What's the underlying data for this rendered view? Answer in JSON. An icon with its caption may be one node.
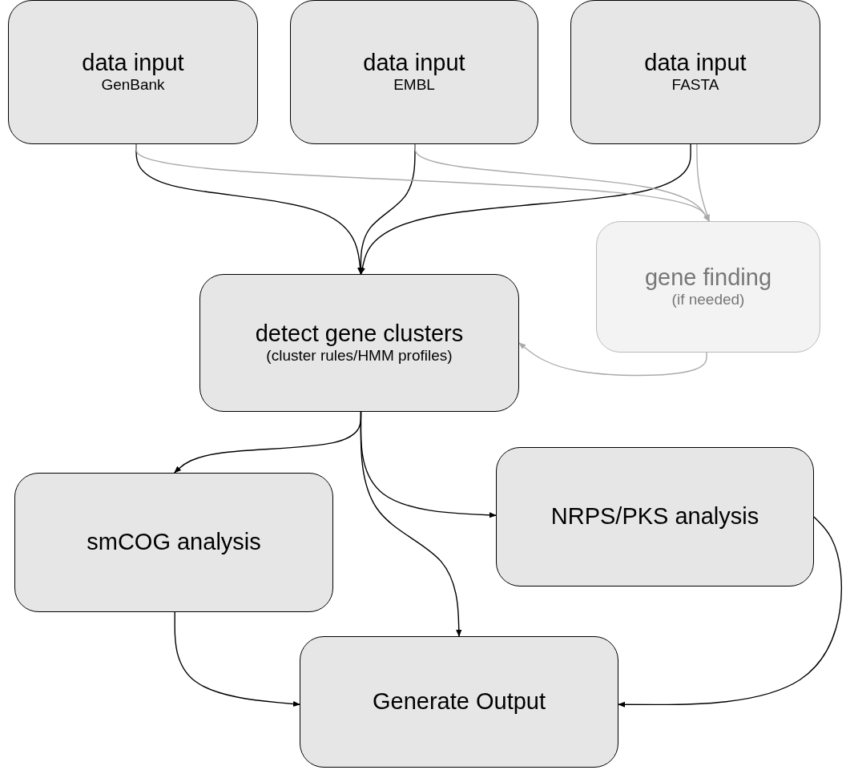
{
  "diagram": {
    "nodes": [
      {
        "text": [
          "data input",
          "GenBank"
        ]
      },
      {
        "text": [
          "data input",
          "EMBL"
        ]
      },
      {
        "text": [
          "data input",
          "FASTA"
        ]
      },
      {
        "text": [
          "gene finding",
          "(if needed)"
        ]
      },
      {
        "text": [
          "detect gene clusters",
          "(cluster rules/HMM profiles)"
        ]
      },
      {
        "text": [
          "smCOG analysis"
        ]
      },
      {
        "text": [
          "NRPS/PKS analysis"
        ]
      },
      {
        "text": [
          "Generate Output"
        ]
      }
    ],
    "edges": [
      {
        "from": 0,
        "to": 4,
        "arrow": "to"
      },
      {
        "from": 1,
        "to": 4,
        "arrow": "to"
      },
      {
        "from": 2,
        "to": 4,
        "arrow": "to"
      },
      {
        "from": 0,
        "to": 3,
        "arrow": "to",
        "color": "#aaaaaa"
      },
      {
        "from": 1,
        "to": 3,
        "arrow": "to",
        "color": "#aaaaaa"
      },
      {
        "from": 2,
        "to": 3,
        "arrow": "to",
        "color": "#aaaaaa"
      },
      {
        "from": 3,
        "to": 4,
        "arrow": "to",
        "color": "#aaaaaa"
      },
      {
        "from": 4,
        "to": 5,
        "arrow": "to"
      },
      {
        "from": 4,
        "to": 6,
        "arrow": "to"
      },
      {
        "from": 4,
        "to": 7,
        "arrow": "to"
      },
      {
        "from": 5,
        "to": 7,
        "arrow": "to"
      },
      {
        "from": 6,
        "to": 7,
        "arrow": "to"
      }
    ]
  }
}
